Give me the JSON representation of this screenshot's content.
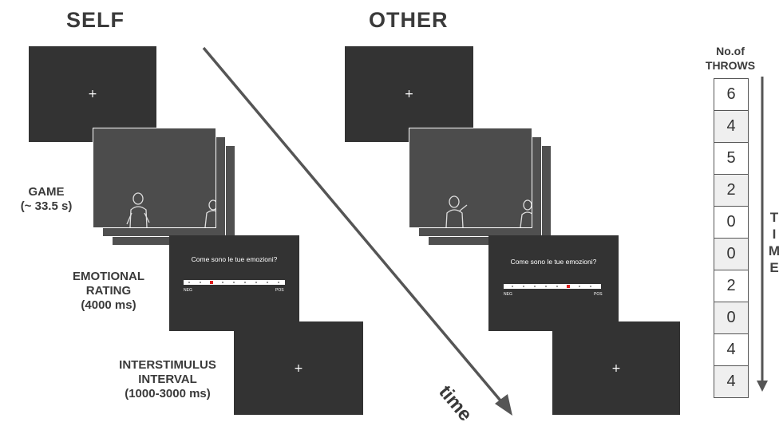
{
  "headings": {
    "self": "SELF",
    "other": "OTHER"
  },
  "labels": {
    "game": [
      "GAME",
      "(~ 33.5 s)"
    ],
    "rating": [
      "EMOTIONAL",
      "RATING",
      "(4000 ms)"
    ],
    "isi": [
      "INTERSTIMULUS",
      "INTERVAL",
      "(1000-3000 ms)"
    ]
  },
  "fixation_symbol": "+",
  "rating_screen": {
    "prompt": "Come sono le tue emozioni?",
    "neg": "NEG",
    "pos": "POS"
  },
  "timeline_label": "time",
  "throws": {
    "header_line1": "No.of",
    "header_line2": "THROWS",
    "counts": [
      "6",
      "4",
      "5",
      "2",
      "0",
      "0",
      "2",
      "0",
      "4",
      "4"
    ]
  },
  "vertical_time_label": [
    "T",
    "I",
    "M",
    "E"
  ],
  "colors": {
    "screen": "#333333",
    "game_frame": "#4c4c4c",
    "text": "#3a3a3a",
    "rating_marker": "#e02020",
    "arrow": "#555555"
  }
}
